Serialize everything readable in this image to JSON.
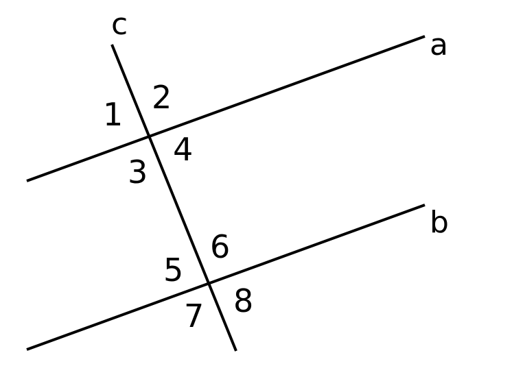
{
  "colors": {
    "background": "#ffffff",
    "ink": "#000000"
  },
  "lines": {
    "a": {
      "label": "a"
    },
    "b": {
      "label": "b"
    },
    "c": {
      "label": "c"
    }
  },
  "angles": [
    "1",
    "2",
    "3",
    "4",
    "5",
    "6",
    "7",
    "8"
  ]
}
